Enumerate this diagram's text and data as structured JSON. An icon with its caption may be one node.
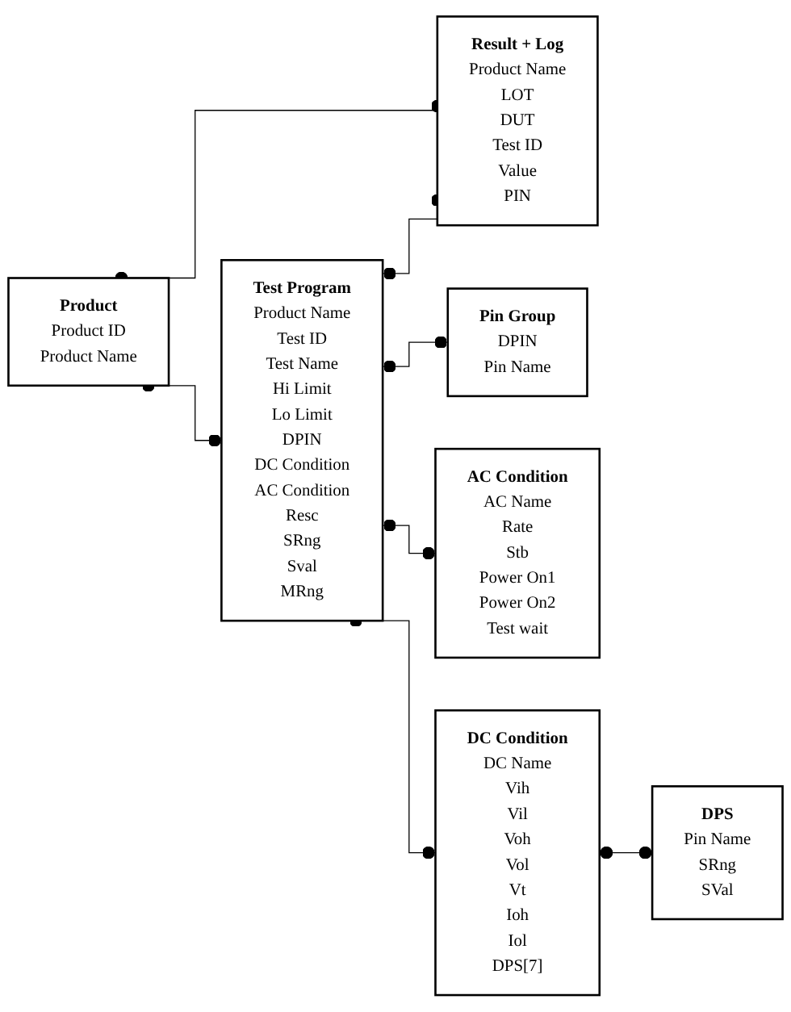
{
  "diagram": {
    "nodes": [
      {
        "text": [
          "Product",
          "Product ID",
          "Product Name"
        ]
      },
      {
        "text": [
          "Result + Log",
          "Product Name",
          "LOT",
          "DUT",
          "Test ID",
          "Value",
          "PIN"
        ]
      },
      {
        "text": [
          "Test Program",
          "Product Name",
          "Test ID",
          "Test Name",
          "Hi Limit",
          "Lo Limit",
          "DPIN",
          "DC Condition",
          "AC Condition",
          "Resc",
          "SRng",
          "Sval",
          "MRng"
        ]
      },
      {
        "text": [
          "Pin Group",
          "DPIN",
          "Pin Name"
        ]
      },
      {
        "text": [
          "AC Condition",
          "AC Name",
          "Rate",
          "Stb",
          "Power On1",
          "Power On2",
          "Test wait"
        ]
      },
      {
        "text": [
          "DC Condition",
          "DC Name",
          "Vih",
          "Vil",
          "Voh",
          "Vol",
          "Vt",
          "Ioh",
          "Iol",
          "DPS[7]"
        ]
      },
      {
        "text": [
          "DPS",
          "Pin Name",
          "SRng",
          "SVal"
        ]
      }
    ],
    "edges": [
      {
        "from": 0,
        "to": 2,
        "arrow": "other"
      },
      {
        "from": 0,
        "to": 1,
        "arrow": "other"
      },
      {
        "from": 2,
        "to": 1,
        "arrow": "other"
      },
      {
        "from": 2,
        "to": 3,
        "arrow": "other"
      },
      {
        "from": 2,
        "to": 5,
        "arrow": "other"
      },
      {
        "from": 2,
        "to": 4,
        "arrow": "other"
      },
      {
        "from": 5,
        "to": 6,
        "arrow": "other"
      }
    ]
  }
}
